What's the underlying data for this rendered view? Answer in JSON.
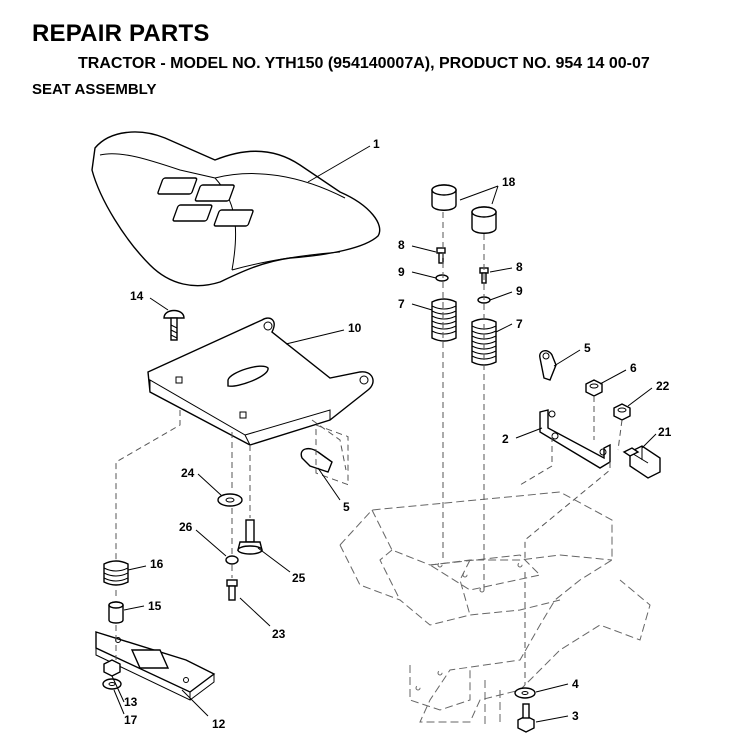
{
  "header": {
    "title": "REPAIR PARTS",
    "subtitle": "TRACTOR - MODEL NO. YTH150 (954140007A), PRODUCT NO. 954 14 00-07",
    "section": "SEAT ASSEMBLY"
  },
  "callouts": {
    "c1": "1",
    "c2": "2",
    "c3": "3",
    "c4": "4",
    "c5a": "5",
    "c5b": "5",
    "c6": "6",
    "c7a": "7",
    "c7b": "7",
    "c8a": "8",
    "c8b": "8",
    "c9a": "9",
    "c9b": "9",
    "c10": "10",
    "c12": "12",
    "c13": "13",
    "c14": "14",
    "c15": "15",
    "c16": "16",
    "c17": "17",
    "c18": "18",
    "c21": "21",
    "c22": "22",
    "c23": "23",
    "c24": "24",
    "c25": "25",
    "c26": "26"
  }
}
